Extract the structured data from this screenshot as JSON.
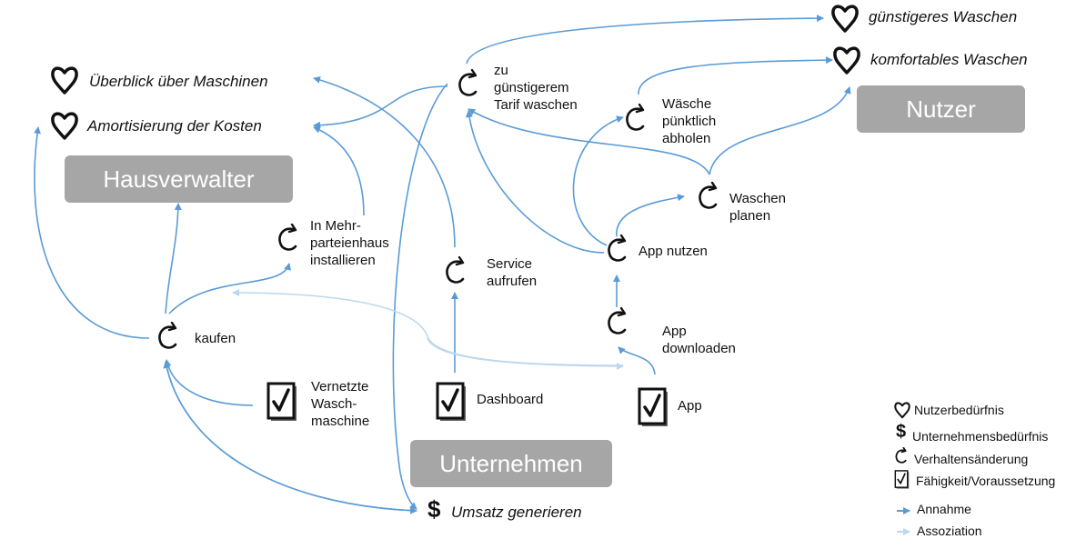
{
  "stakeholders": {
    "hausverwalter": "Hausverwalter",
    "nutzer": "Nutzer",
    "unternehmen": "Unternehmen"
  },
  "needs": {
    "ueberblick": "Überblick über Maschinen",
    "amortisierung": "Amortisierung der Kosten",
    "guenstiger": "günstigeres Waschen",
    "komfortabel": "komfortables Waschen",
    "umsatz": "Umsatz generieren"
  },
  "behaviours": {
    "tarif": [
      "zu",
      "günstigerem",
      "Tarif waschen"
    ],
    "abholen": [
      "Wäsche",
      "pünktlich",
      "abholen"
    ],
    "planen": [
      "Waschen",
      "planen"
    ],
    "installieren": [
      "In Mehr-",
      "parteienhaus",
      "installieren"
    ],
    "service": [
      "Service",
      "aufrufen"
    ],
    "app_nutzen": "App nutzen",
    "download": [
      "App",
      "downloaden"
    ],
    "kaufen": "kaufen"
  },
  "capabilities": {
    "maschine": [
      "Vernetzte",
      "Wasch-",
      "maschine"
    ],
    "dashboard": "Dashboard",
    "app": "App"
  },
  "legend": {
    "nutzerbeduerfnis": "Nutzerbedürfnis",
    "unternehmensbeduerfnis": "Unternehmensbedürfnis",
    "verhalten": "Verhaltensänderung",
    "faehigkeit": "Fähigkeit/Voraussetzung",
    "annahme": "Annahme",
    "assoziation": "Assoziation",
    "dollar_symbol": "$"
  },
  "colors": {
    "annahme_arrow": "#5b9bd5",
    "assoziation_arrow": "#bdd7ee",
    "stakeholder_box": "#a6a6a6"
  }
}
